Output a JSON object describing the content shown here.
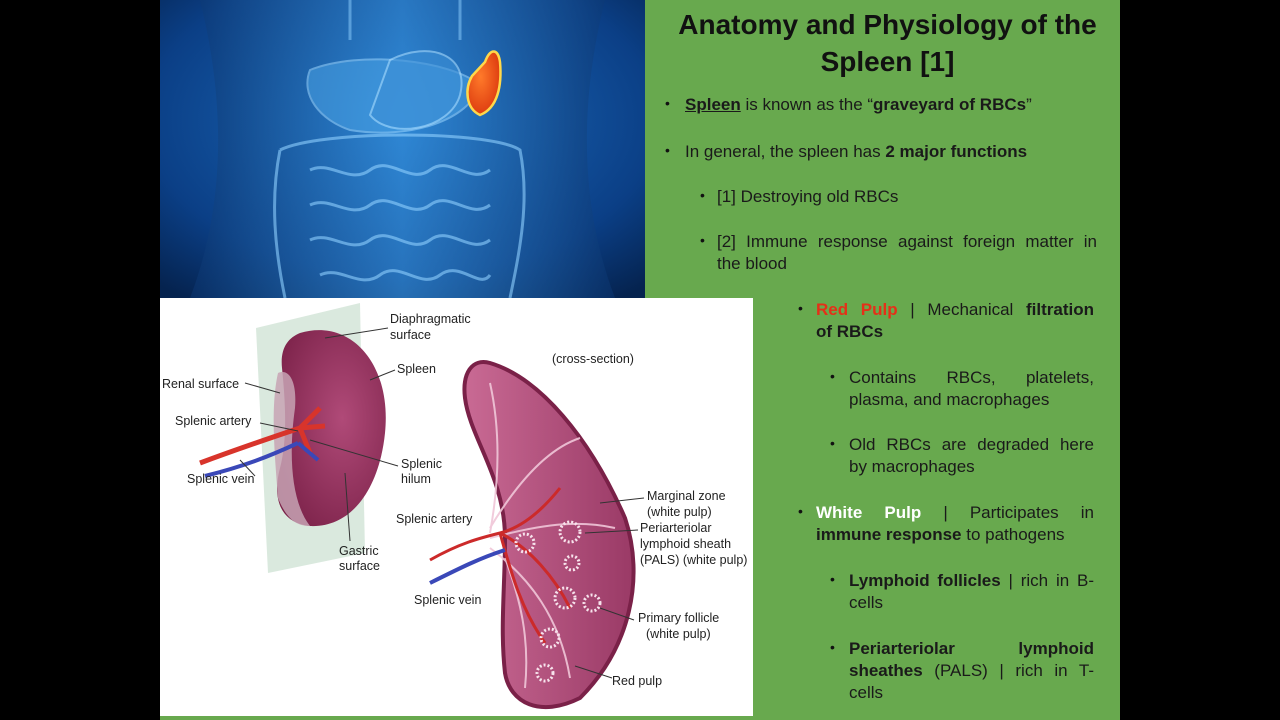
{
  "slide": {
    "title_line1": "Anatomy and Physiology of the",
    "title_line2": "Spleen [1]",
    "p1": {
      "term": "Spleen",
      "mid": " is known as the “",
      "strong": "graveyard of RBCs",
      "end": "”"
    },
    "p2": {
      "pre": "In general, the spleen has ",
      "strong": "2 major functions"
    },
    "p3": "[1] Destroying old RBCs",
    "p4_line1": "[2] Immune response against foreign matter in",
    "p4_line2": "the blood",
    "red_pulp": {
      "name": "Red Pulp",
      "sep": " | Mechanical ",
      "strong1": "filtration",
      "strong2": "of RBCs"
    },
    "rp1_line1": "Contains RBCs, platelets,",
    "rp1_line2": "plasma, and macrophages",
    "rp2_line1": "Old RBCs are degraded here",
    "rp2_line2": "by macrophages",
    "white_pulp": {
      "name": "White Pulp",
      "sep": " | Participates in",
      "strong": "immune response",
      "end": " to pathogens"
    },
    "wp1": {
      "strong": "Lymphoid follicles",
      "rest_line1": " | rich in B-",
      "line2": "cells"
    },
    "wp2": {
      "strong_line1": "Periarteriolar lymphoid",
      "strong_line2": "sheathes",
      "rest_line2": " (PALS) | rich in T-",
      "line3": "cells"
    }
  },
  "diagram": {
    "diaphragmatic": [
      "Diaphragmatic",
      "surface"
    ],
    "cross_section": "(cross-section)",
    "renal": "Renal surface",
    "spleen": "Spleen",
    "artery_left": "Splenic artery",
    "vein_left": "Splenic vein",
    "hilum": [
      "Splenic",
      "hilum"
    ],
    "gastric": [
      "Gastric",
      "surface"
    ],
    "marginal": [
      "Marginal zone",
      "(white pulp)"
    ],
    "artery_right": "Splenic artery",
    "pals": [
      "Periarteriolar",
      "lymphoid sheath",
      "(PALS) (white pulp)"
    ],
    "vein_right": "Splenic vein",
    "primary": [
      "Primary follicle",
      "(white pulp)"
    ],
    "red_pulp": "Red pulp"
  },
  "colors": {
    "slide_bg": "#68a94e",
    "red_pulp": "#e53018",
    "spleen_highlight": "#f26a1b"
  }
}
